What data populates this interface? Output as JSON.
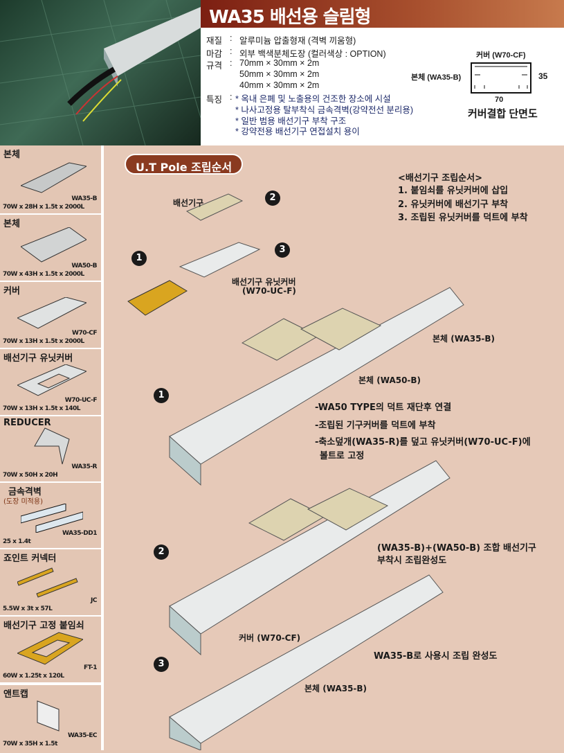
{
  "header": {
    "title": "WA35 배선용 슬림형"
  },
  "specs": {
    "material_label": "재질",
    "material": "알루미늄 압출형재 (격벽 끼움형)",
    "finish_label": "마감",
    "finish": "외부 백색분체도장 (컬러색상 : OPTION)",
    "size_label": "규격",
    "sizes": [
      "70mm × 30mm × 2m",
      "50mm × 30mm × 2m",
      "40mm × 30mm × 2m"
    ],
    "feature_label": "특징",
    "features": [
      "* 옥내 은폐 및 노출용의 건조한 장소에 시설",
      "* 나사고정용 탈부착식 금속격벽(강약전선 분리용)",
      "* 일반 범용 배선기구 부착 구조",
      "* 강약전용 배선기구 연접설치 용이"
    ]
  },
  "section": {
    "cover_label": "커버 (W70-CF)",
    "body_label": "본체 (WA35-B)",
    "height": "35",
    "width": "70",
    "caption": "커버결합 단면도"
  },
  "sidebar": [
    {
      "title": "본체",
      "spec": "70W x 28H x 1.5t x 2000L",
      "code": "WA35-B"
    },
    {
      "title": "본체",
      "spec": "70W x 43H x 1.5t x 2000L",
      "code": "WA50-B"
    },
    {
      "title": "커버",
      "spec": "70W x 13H x 1.5t x 2000L",
      "code": "W70-CF"
    },
    {
      "title": "배선기구 유닛커버",
      "spec": "70W x 13H x 1.5t x 140L",
      "code": "W70-UC-F"
    },
    {
      "title": "REDUCER",
      "spec": "70W x 50H x 20H",
      "code": "WA35-R"
    },
    {
      "title": "금속격벽",
      "subtitle": "(도장 미적용)",
      "spec": "25 x 1.4t",
      "code": "WA35-DD1"
    },
    {
      "title": "죠인트 커넥터",
      "spec": "5.5W x 3t x 57L",
      "code": "JC"
    },
    {
      "title": "배선기구 고정 붙임쇠",
      "spec": "60W x 1.25t x 120L",
      "code": "FT-1"
    },
    {
      "title": "앤트캡",
      "spec": "70W x 35H x 1.5t",
      "code": "WA35-EC"
    }
  ],
  "assembly": {
    "title": "U.T Pole 조립순서",
    "order_title": "<배선기구 조립순서>",
    "order": [
      "1. 붙임쇠를 유닛커버에 삽입",
      "2. 유닛커버에 배선기구 부착",
      "3. 조립된 유닛커버를 덕트에 부착"
    ],
    "device_label": "배선기구",
    "unit_cover_label": "배선기구 유닛커버",
    "unit_cover_code": "(W70-UC-F)",
    "steps": [
      "1",
      "2",
      "3"
    ],
    "body_wa35": "본체 (WA35-B)",
    "body_wa50": "본체 (WA50-B)",
    "step1_notes": [
      "-WA50 TYPE의 덕트 재단후 연결",
      "-조립된 기구커버를 덕트에 부착",
      "-축소덮개(WA35-R)를 덮고 유닛커버(W70-UC-F)에",
      "볼트로 고정"
    ],
    "step2_notes": [
      "(WA35-B)+(WA50-B) 조합 배선기구",
      "부착시 조립완성도"
    ],
    "cover_label": "커버 (W70-CF)",
    "step3_note": "WA35-B로 사용시 조립 완성도",
    "body_wa35_2": "본체 (WA35-B)"
  }
}
